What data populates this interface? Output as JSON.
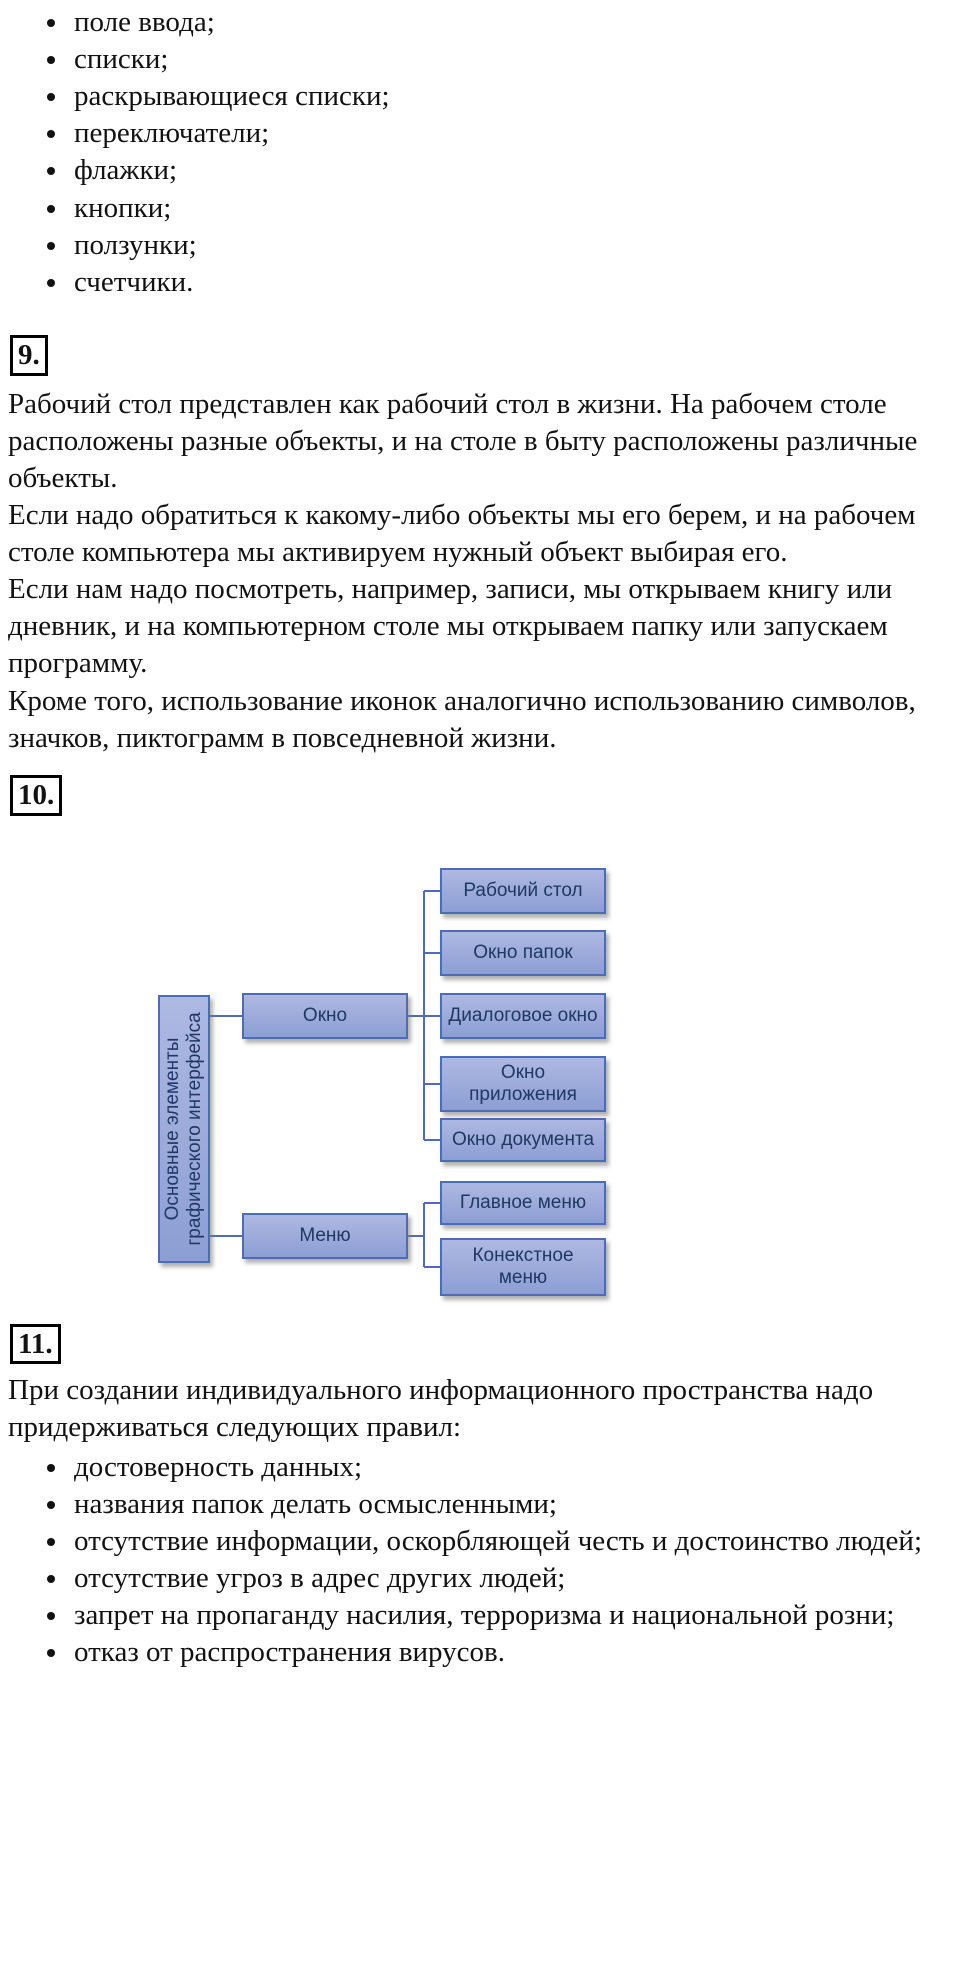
{
  "colors": {
    "diagram_box_fill_top": "#aeb9e2",
    "diagram_box_fill_bottom": "#8c9ed3",
    "diagram_box_border": "#4d6cb8",
    "diagram_text": "#1f3864",
    "connector_line": "#4f6cb5",
    "body_text": "#121212",
    "background": "#ffffff"
  },
  "intro_list": {
    "items": [
      "поле ввода;",
      "списки;",
      "раскрывающиеся списки;",
      "переключатели;",
      "флажки;",
      "кнопки;",
      "ползунки;",
      "счетчики."
    ]
  },
  "section_9": {
    "label": "9.",
    "paragraphs": [
      "Рабочий стол представлен как рабочий стол в жизни. На рабочем столе расположены разные объекты, и на столе в быту расположены различные объекты.",
      "Если надо обратиться к какому-либо объекты мы его берем, и на рабочем столе компьютера мы активируем нужный объект выбирая его.",
      "Если нам надо посмотреть, например, записи, мы открываем книгу или дневник, и на компьютерном столе мы открываем папку или запускаем программу.",
      "Кроме того, использование иконок аналогично использованию символов, значков, пиктограмм в повседневной жизни."
    ]
  },
  "section_10": {
    "label": "10."
  },
  "diagram": {
    "root": "Основные элементы графического интерфейса",
    "branch_window": "Окно",
    "branch_menu": "Меню",
    "window_children": [
      "Рабочий стол",
      "Окно папок",
      "Диалоговое окно",
      "Окно приложения",
      "Окно документа"
    ],
    "menu_children": [
      "Главное меню",
      "Конекстное меню"
    ]
  },
  "section_11": {
    "label": "11.",
    "intro": "При создании индивидуального информационного пространства надо придерживаться следующих правил:",
    "rules": [
      "достоверность данных;",
      "названия папок делать осмысленными;",
      "отсутствие информации, оскорбляющей честь и достоинство людей;",
      "отсутствие угроз в адрес других людей;",
      "запрет на пропаганду насилия, терроризма и национальной розни;",
      "отказ от распространения вирусов."
    ]
  }
}
